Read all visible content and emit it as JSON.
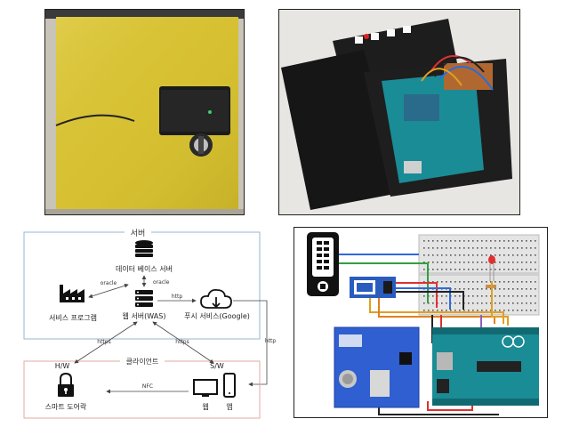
{
  "diagram": {
    "server_group_label": "서버",
    "client_group_label": "클라이언트",
    "nodes": {
      "database": "데이터 베이스 서버",
      "service_program": "서비스 프로그램",
      "web_server": "웹 서버(WAS)",
      "push_service": "푸시 서비스(Google)",
      "hw": "H/W",
      "sw": "S/W",
      "smart_lock": "스마트 도어락",
      "web": "웹",
      "app": "앱"
    },
    "edges": {
      "service_web": "oracle",
      "db_web": "oracle",
      "web_push": "http",
      "push_client": "http",
      "web_hw": "https",
      "web_sw": "https",
      "sw_hw": "NFC"
    }
  },
  "colors": {
    "server_border": "#9ab6d2",
    "client_border": "#e0a8a0",
    "yellow_box": "#d6c23a",
    "arduino_teal": "#1a8c96",
    "shield_blue": "#2f5fd0"
  },
  "photos": [
    "yellow-box-photo",
    "arduino-box-photo"
  ],
  "schematic": {
    "wire_colors": [
      "#2a6be0",
      "#e03030",
      "#e0a020",
      "#222222",
      "#30a040",
      "#9060c0"
    ]
  }
}
